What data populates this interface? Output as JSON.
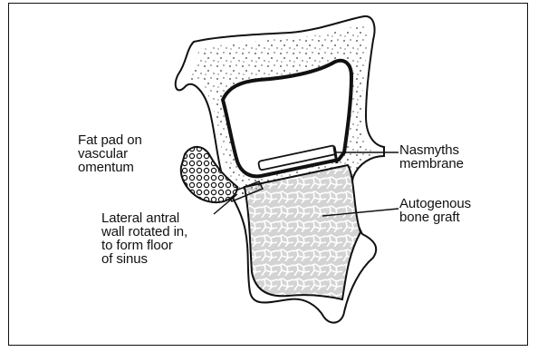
{
  "labels": {
    "fat_pad": "Fat pad on\nvascular\nomentum",
    "lateral_wall": "Lateral antral\nwall rotated in,\nto form floor\nof sinus",
    "nasmyth": "Nasmyths\nmembrane",
    "autogenous": "Autogenous\nbone graft"
  },
  "colors": {
    "ink": "#111111",
    "graft": "#d6d6d6",
    "bone_fill": "#ffffff",
    "background": "#ffffff"
  }
}
